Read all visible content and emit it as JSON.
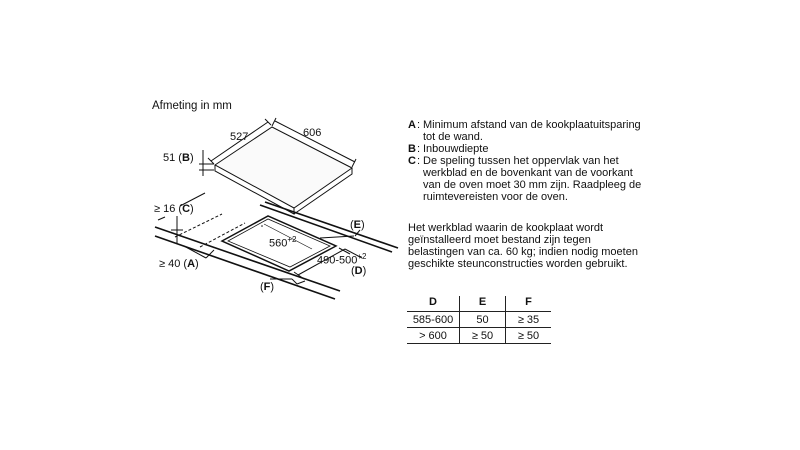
{
  "title": "Afmeting in mm",
  "diagram": {
    "dim_width": "606",
    "dim_depth": "527",
    "dim_height": "51",
    "dim_height_key": "B",
    "dim_e_key": "E",
    "dim_gap_top": "≥ 16",
    "dim_gap_top_key": "C",
    "dim_cut_width": "560",
    "dim_cut_width_tol": "+2",
    "dim_cut_depth": "490-500",
    "dim_cut_depth_tol": "+2",
    "dim_d_key": "D",
    "dim_a": "≥ 40",
    "dim_a_key": "A",
    "dim_f_key": "F"
  },
  "legend": [
    {
      "key": "A",
      "text": "Minimum afstand van de kookplaatuitsparing tot de wand."
    },
    {
      "key": "B",
      "text": "Inbouwdiepte"
    },
    {
      "key": "C",
      "text": "De speling tussen het oppervlak van het werkblad en de bovenkant van de voorkant van de oven moet 30 mm zijn. Raadpleeg de ruimtevereisten voor de oven."
    }
  ],
  "note": "Het werkblad waarin de kookplaat wordt geïnstalleerd moet bestand zijn tegen belastingen van ca. 60 kg; indien nodig moeten geschikte steunconstructies worden gebruikt.",
  "table": {
    "headers": [
      "D",
      "E",
      "F"
    ],
    "rows": [
      [
        "585-600",
        "50",
        "≥ 35"
      ],
      [
        "> 600",
        "≥ 50",
        "≥ 50"
      ]
    ]
  }
}
